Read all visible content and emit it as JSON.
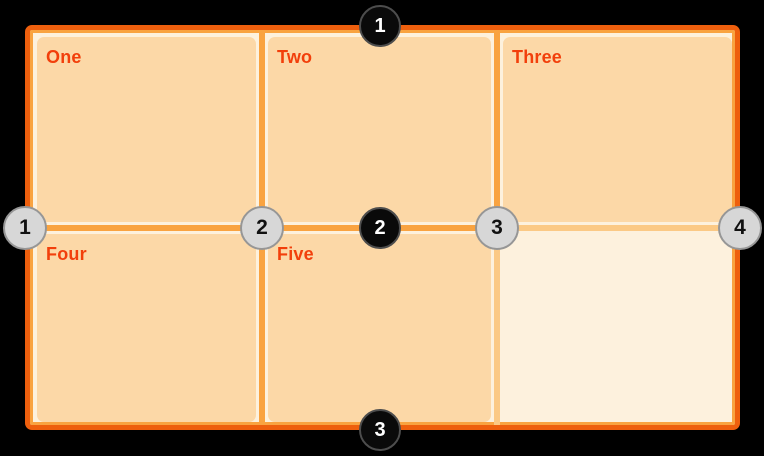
{
  "canvas": {
    "background": "#000000"
  },
  "grid": {
    "cells": [
      {
        "label": "One"
      },
      {
        "label": "Two"
      },
      {
        "label": "Three"
      },
      {
        "label": "Four"
      },
      {
        "label": "Five"
      }
    ],
    "row_lines": [
      {
        "number": "1"
      },
      {
        "number": "2"
      },
      {
        "number": "3"
      }
    ],
    "column_lines": [
      {
        "number": "1"
      },
      {
        "number": "2"
      },
      {
        "number": "3"
      },
      {
        "number": "4"
      }
    ],
    "colors": {
      "container_border": "#ee5f0d",
      "container_background": "#fdf1dd",
      "grid_line": "#f9a340",
      "grid_line_light": "#fbc985",
      "cell_fill": "#fcd8a7",
      "cell_label": "#f23f0b",
      "row_marker_fill": "#0a0a0a",
      "row_marker_text": "#ffffff",
      "column_marker_fill": "#d7d7d7",
      "column_marker_border": "#969696",
      "column_marker_text": "#111111"
    }
  }
}
